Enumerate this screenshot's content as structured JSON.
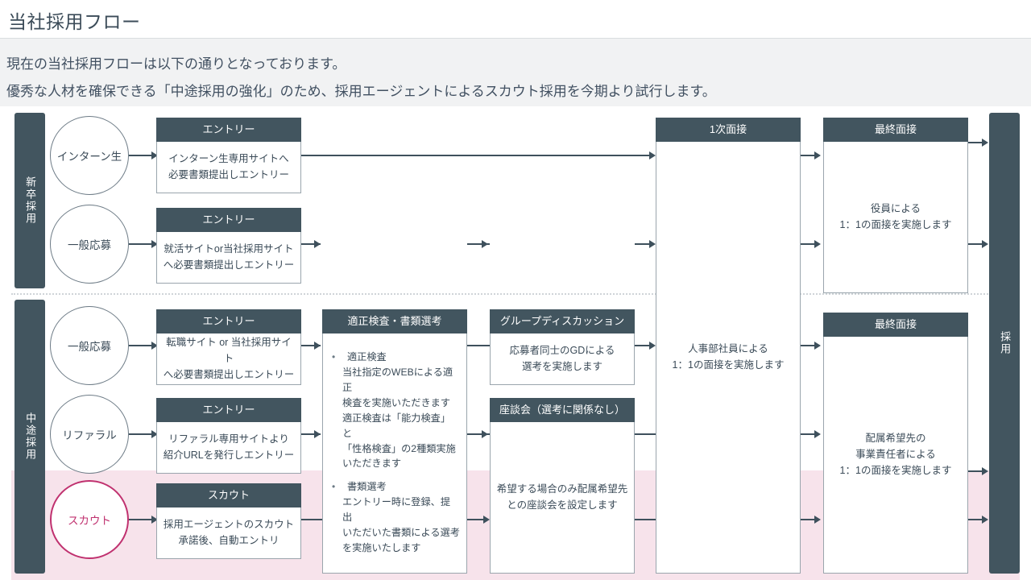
{
  "page": {
    "title": "当社採用フロー",
    "description_lines": [
      "現在の当社採用フローは以下の通りとなっております。",
      "優秀な人材を確保できる「中途採用の強化」のため、採用エージェントによるスカウト採用を今期より試行します。"
    ]
  },
  "colors": {
    "header_fill": "#42555f",
    "band_bg": "#f1f2f3",
    "scout_pink_band": "#f7e3eb",
    "scout_accent": "#c0316f",
    "line": "#3e505c",
    "box_border": "#9aa5ad"
  },
  "sidebars": {
    "new_graduate": "新卒採用",
    "mid_career": "中途採用",
    "hired": "採用"
  },
  "sources": [
    {
      "label": "インターン生",
      "accent": false
    },
    {
      "label": "一般応募",
      "accent": false
    },
    {
      "label": "一般応募",
      "accent": false
    },
    {
      "label": "リファラル",
      "accent": false
    },
    {
      "label": "スカウト",
      "accent": true
    }
  ],
  "entries": [
    {
      "head": "エントリー",
      "lines": [
        "インターン生専用サイトへ",
        "必要書類提出しエントリー"
      ]
    },
    {
      "head": "エントリー",
      "lines": [
        "就活サイトor当社採用サイト",
        "へ必要書類提出しエントリー"
      ]
    },
    {
      "head": "エントリー",
      "lines": [
        "転職サイト or 当社採用サイト",
        "へ必要書類提出しエントリー"
      ]
    },
    {
      "head": "エントリー",
      "lines": [
        "リファラル専用サイトより",
        "紹介URLを発行しエントリー"
      ]
    },
    {
      "head": "スカウト",
      "lines": [
        "採用エージェントのスカウト",
        "承諾後、自動エントリ"
      ]
    }
  ],
  "screening": {
    "head": "適正検査・書類選考",
    "bullets": [
      {
        "title": "適正検査",
        "lines": [
          "当社指定のWEBによる適正",
          "検査を実施いただきます",
          "適正検査は「能力検査」と",
          "「性格検査」の2種類実施",
          "いただきます"
        ]
      },
      {
        "title": "書類選考",
        "lines": [
          "エントリー時に登録、提出",
          "いただいた書類による選考",
          "を実施いたします"
        ]
      }
    ]
  },
  "group_discussion": {
    "head": "グループディスカッション",
    "lines": [
      "応募者同士のGDによる",
      "選考を実施します"
    ]
  },
  "roundtable": {
    "head": "座談会（選考に関係なし）",
    "lines": [
      "希望する場合のみ配属希望先",
      "との座談会を設定します"
    ]
  },
  "first_interview": {
    "head": "1次面接",
    "lines": [
      "人事部社員による",
      "1：1の面接を実施します"
    ]
  },
  "final_interview_new": {
    "head": "最終面接",
    "lines": [
      "役員による",
      "1：1の面接を実施します"
    ]
  },
  "final_interview_mid": {
    "head": "最終面接",
    "lines": [
      "配属希望先の",
      "事業責任者による",
      "1：1の面接を実施します"
    ]
  }
}
